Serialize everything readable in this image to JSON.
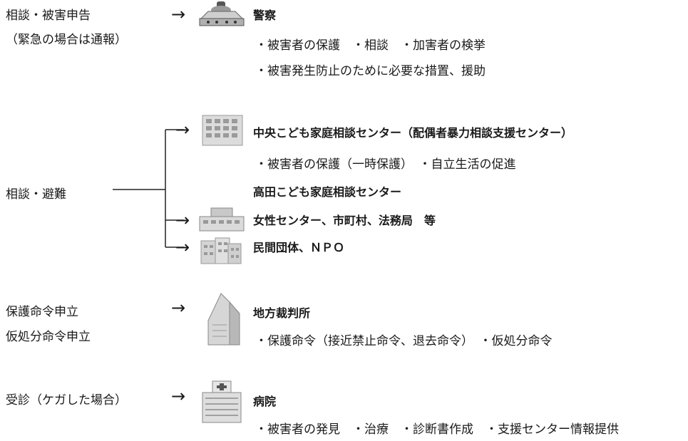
{
  "sections": {
    "police": {
      "left_label_1": "相談・被害申告",
      "left_label_2": "（緊急の場合は通報）",
      "arrow": "→",
      "title": "警察",
      "desc_1": "・被害者の保護　・相談　・加害者の検挙",
      "desc_2": "・被害発生防止のために必要な措置、援助",
      "icon": "police-car-icon"
    },
    "consult": {
      "left_label": "相談・避難",
      "center_title": "中央こども家庭相談センター（配偶者暴力相談支援センター）",
      "center_desc": "・被害者の保護（一時保護）　・自立生活の促進",
      "takada_title": "高田こども家庭相談センター",
      "women_title": "女性センター、市町村、法務局　等",
      "npo_title": "民間団体、ＮＰＯ",
      "arrow": "→",
      "icons": [
        "office-building-icon",
        "government-building-icon",
        "apartment-building-icon"
      ]
    },
    "court": {
      "left_label_1": "保護命令申立",
      "left_label_2": "仮処分命令申立",
      "arrow": "→",
      "title": "地方裁判所",
      "desc": "・保護命令（接近禁止命令、退去命令）　・仮処分命令",
      "icon": "court-building-icon"
    },
    "hospital": {
      "left_label": "受診（ケガした場合）",
      "arrow": "→",
      "title": "病院",
      "desc": "・被害者の発見　・治療　・診断書作成　・支援センター情報提供",
      "icon": "hospital-icon"
    }
  }
}
